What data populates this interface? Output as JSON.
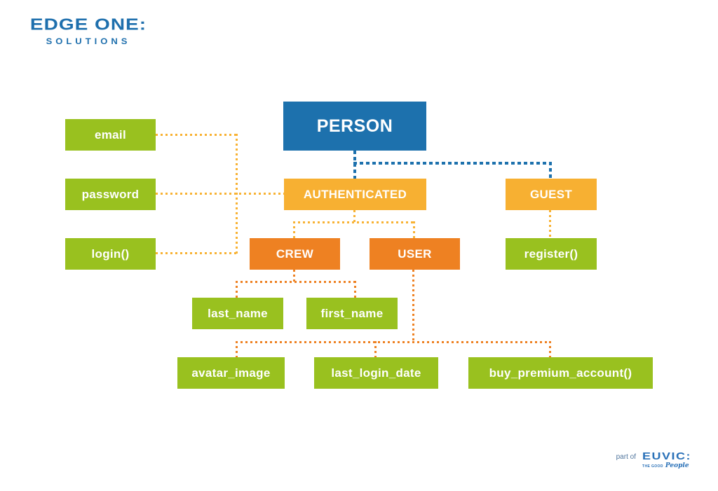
{
  "branding": {
    "logo_line1": "EDGE ONE:",
    "logo_line2": "SOLUTIONS"
  },
  "footer": {
    "prefix": "part of",
    "logo": "EUVIC:",
    "tagline_caps": "THE GOOD",
    "tagline_script": "People"
  },
  "colors": {
    "node_blue": "#1d71ad",
    "node_yellow": "#f7b032",
    "node_orange": "#ee8122",
    "node_green": "#99c11f",
    "edge_blue": "#1d71ad",
    "edge_yellow": "#f8b233",
    "edge_orange": "#ee8122",
    "logo_blue": "#1e6fad",
    "node_text": "#ffffff",
    "background": "#ffffff"
  },
  "diagram": {
    "type": "class-hierarchy",
    "nodes": {
      "person": {
        "label": "PERSON",
        "kind": "root-class",
        "color": "blue"
      },
      "authenticated": {
        "label": "AUTHENTICATED",
        "kind": "class",
        "color": "yellow"
      },
      "guest": {
        "label": "GUEST",
        "kind": "class",
        "color": "yellow"
      },
      "crew": {
        "label": "CREW",
        "kind": "class",
        "color": "orange"
      },
      "user": {
        "label": "USER",
        "kind": "class",
        "color": "orange"
      },
      "email": {
        "label": "email",
        "kind": "attribute",
        "color": "green"
      },
      "password": {
        "label": "password",
        "kind": "attribute",
        "color": "green"
      },
      "login": {
        "label": "login()",
        "kind": "method",
        "color": "green"
      },
      "register": {
        "label": "register()",
        "kind": "method",
        "color": "green"
      },
      "last_name": {
        "label": "last_name",
        "kind": "attribute",
        "color": "green"
      },
      "first_name": {
        "label": "first_name",
        "kind": "attribute",
        "color": "green"
      },
      "avatar_image": {
        "label": "avatar_image",
        "kind": "attribute",
        "color": "green"
      },
      "last_login_date": {
        "label": "last_login_date",
        "kind": "attribute",
        "color": "green"
      },
      "buy_premium_account": {
        "label": "buy_premium_account()",
        "kind": "method",
        "color": "green"
      }
    },
    "edges": [
      {
        "from": "person",
        "to": "authenticated",
        "color": "blue"
      },
      {
        "from": "person",
        "to": "guest",
        "color": "blue"
      },
      {
        "from": "email",
        "to": "authenticated",
        "color": "yellow"
      },
      {
        "from": "password",
        "to": "authenticated",
        "color": "yellow"
      },
      {
        "from": "login",
        "to": "authenticated",
        "color": "yellow"
      },
      {
        "from": "authenticated",
        "to": "crew",
        "color": "yellow"
      },
      {
        "from": "authenticated",
        "to": "user",
        "color": "yellow"
      },
      {
        "from": "guest",
        "to": "register",
        "color": "yellow"
      },
      {
        "from": "crew",
        "to": "last_name",
        "color": "orange"
      },
      {
        "from": "crew",
        "to": "first_name",
        "color": "orange"
      },
      {
        "from": "user",
        "to": "avatar_image",
        "color": "orange"
      },
      {
        "from": "user",
        "to": "last_login_date",
        "color": "orange"
      },
      {
        "from": "user",
        "to": "buy_premium_account",
        "color": "orange"
      }
    ]
  }
}
